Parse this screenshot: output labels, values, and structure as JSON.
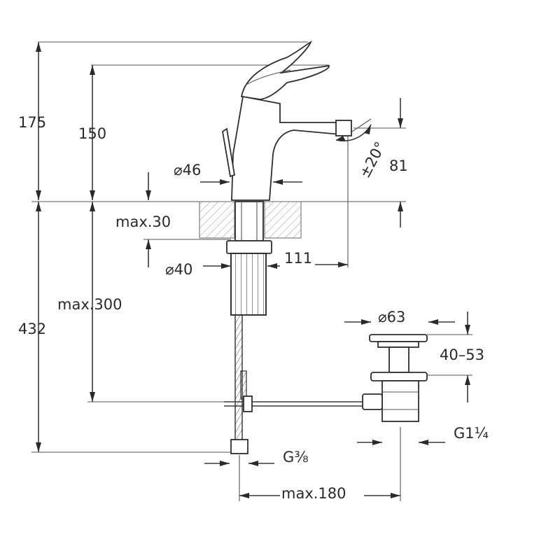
{
  "dimensions": {
    "d175": "175",
    "d150": "150",
    "d46": "⌀46",
    "d20": "±20°",
    "d81": "81",
    "max30": "max.30",
    "d40": "⌀40",
    "d111": "111",
    "max300": "max.300",
    "d432": "432",
    "d63": "⌀63",
    "d4053": "40–53",
    "g114": "G1¼",
    "g38": "G⅜",
    "max180": "max.180"
  }
}
